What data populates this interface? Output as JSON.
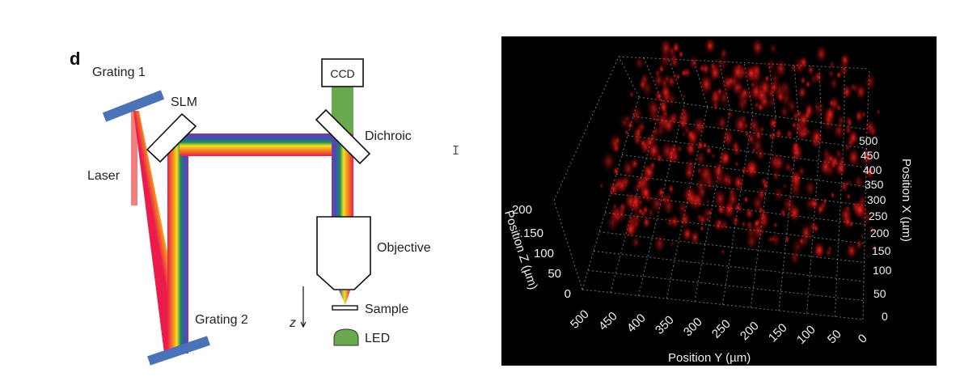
{
  "panel_label": "d",
  "diagram": {
    "labels": {
      "grating1": "Grating 1",
      "slm": "SLM",
      "laser": "Laser",
      "grating2": "Grating 2",
      "ccd": "CCD",
      "dichroic": "Dichroic",
      "objective": "Objective",
      "sample": "Sample",
      "led": "LED",
      "z": "z"
    },
    "colors": {
      "grating": "#4a72b8",
      "laser": "#f08080",
      "emission": "#6aa84f",
      "led": "#6aa84f"
    }
  },
  "cursor_glyph": "I",
  "volume": {
    "x_axis": {
      "title": "Position X (µm)",
      "ticks": [
        "0",
        "50",
        "100",
        "150",
        "200",
        "250",
        "300",
        "350",
        "400",
        "450",
        "500"
      ]
    },
    "y_axis": {
      "title": "Position Y (µm)",
      "ticks": [
        "500",
        "450",
        "400",
        "350",
        "300",
        "250",
        "200",
        "150",
        "100",
        "50",
        "0"
      ]
    },
    "z_axis": {
      "title": "Position Z (µm)",
      "ticks": [
        "0",
        "50",
        "100",
        "150",
        "200"
      ]
    },
    "colors": {
      "background": "#000000",
      "signal": "#ff2020",
      "grid": "#bbbbbb"
    }
  }
}
